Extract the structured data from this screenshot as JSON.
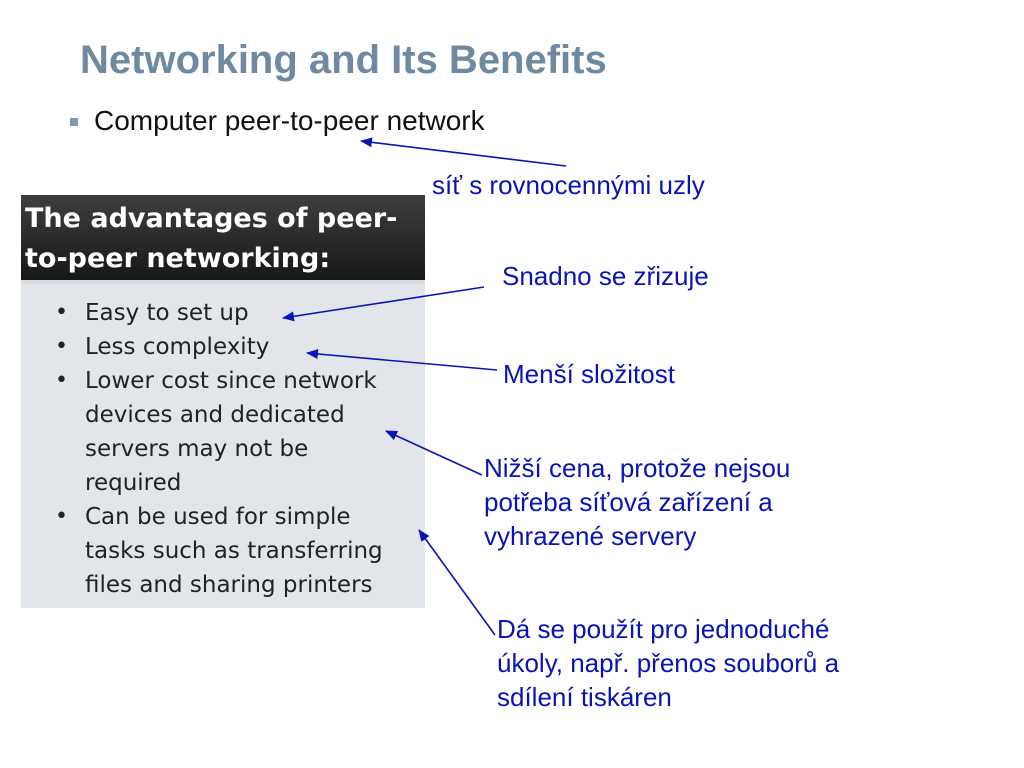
{
  "slide": {
    "title": "Networking and Its Benefits",
    "bullet": "Computer peer-to-peer network"
  },
  "panel": {
    "header_line1": "The advantages of peer-",
    "header_line2": "to-peer networking:",
    "items": [
      {
        "lines": [
          "Easy to set up"
        ]
      },
      {
        "lines": [
          "Less complexity"
        ]
      },
      {
        "lines": [
          "Lower cost since network",
          "devices and dedicated",
          "servers may not be",
          "required"
        ]
      },
      {
        "lines": [
          "Can be used for simple",
          "tasks such as transferring",
          "files and sharing printers"
        ]
      }
    ]
  },
  "notes": {
    "peer_network": "síť s rovnocennými uzly",
    "easy_setup": "Snadno se zřizuje",
    "less_complexity": "Menší složitost",
    "lower_cost": [
      "Nižší cena, protože nejsou",
      "potřeba síťová zařízení a",
      "vyhrazené servery"
    ],
    "simple_tasks": [
      "Dá se použít pro jednoduché",
      "úkoly, např. přenos souborů a",
      "sdílení tiskáren"
    ]
  },
  "colors": {
    "title": "#6f8aa0",
    "annotation": "#0a14b4",
    "panel_header": "#2a2a2a",
    "panel_body": "#e2e6ea"
  }
}
